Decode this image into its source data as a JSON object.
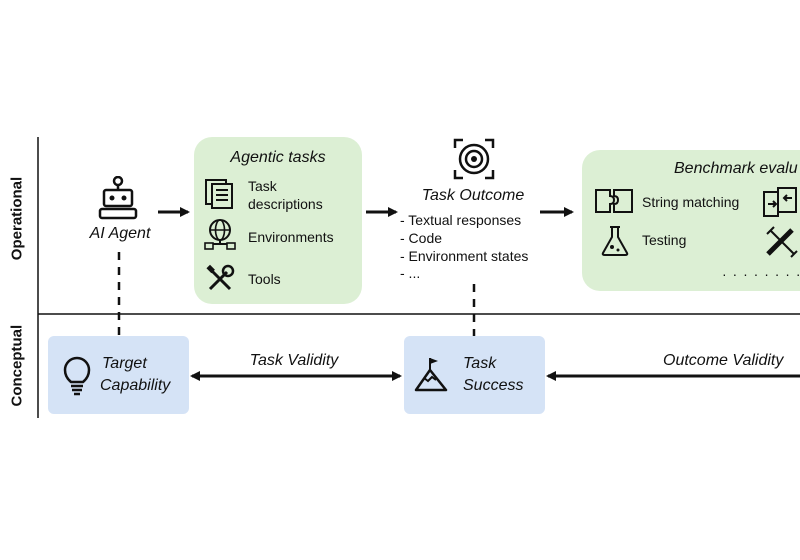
{
  "rows": {
    "operational": "Operational",
    "conceptual": "Conceptual"
  },
  "agent": {
    "label": "AI Agent"
  },
  "agentic_tasks": {
    "title": "Agentic tasks",
    "items": [
      {
        "label_line1": "Task",
        "label_line2": "descriptions",
        "icon": "document-icon"
      },
      {
        "label_line1": "Environments",
        "label_line2": "",
        "icon": "globe-network-icon"
      },
      {
        "label_line1": "Tools",
        "label_line2": "",
        "icon": "tools-icon"
      }
    ]
  },
  "task_outcome": {
    "title": "Task Outcome",
    "items": [
      "- Textual responses",
      "- Code",
      "- Environment states",
      "- ..."
    ]
  },
  "benchmark_eval": {
    "title": "Benchmark evalu",
    "items": [
      {
        "label": "String matching",
        "icon": "puzzle-icon"
      },
      {
        "label": "Testing",
        "icon": "flask-icon"
      }
    ],
    "ellipsis": "· · · · · · · · ·"
  },
  "target_capability": {
    "line1": "Target",
    "line2": "Capability"
  },
  "task_success": {
    "line1": "Task",
    "line2": "Success"
  },
  "relations": {
    "task_validity": "Task Validity",
    "outcome_validity": "Outcome Validity"
  },
  "colors": {
    "green_box": "#dcefd4",
    "blue_box": "#d5e3f6"
  }
}
